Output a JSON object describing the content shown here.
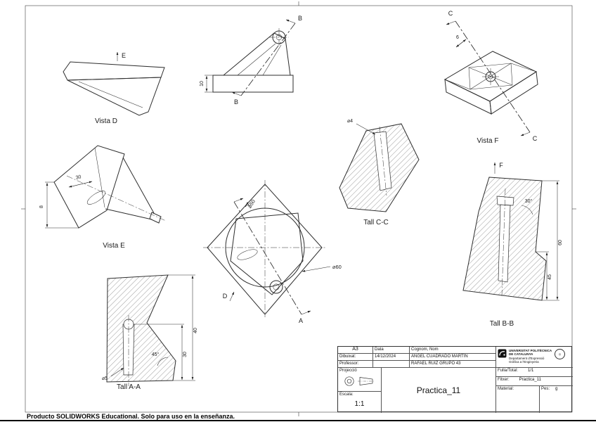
{
  "views": {
    "vista_d": {
      "label": "Vista D"
    },
    "vista_e": {
      "label": "Vista E"
    },
    "vista_f": {
      "label": "Vista F"
    },
    "tall_aa": {
      "label": "Tall A-A"
    },
    "tall_bb": {
      "label": "Tall B-B"
    },
    "tall_cc": {
      "label": "Tall C-C"
    }
  },
  "markers": {
    "a": "A",
    "b": "B",
    "c": "C",
    "d": "D",
    "e": "E",
    "f": "F"
  },
  "dimensions": {
    "view_b_height": "10",
    "vista_f_edge": "6",
    "vista_e_length": "30",
    "vista_e_height": "8",
    "center_circle": "⌀50",
    "center_outer": "⌀60",
    "tall_cc_hole": "⌀4",
    "tall_bb_angle": "30°",
    "tall_bb_height_inner": "45",
    "tall_bb_height_outer": "60",
    "tall_aa_hole": "⌀5",
    "tall_aa_angle": "45°",
    "tall_aa_height_inner": "30",
    "tall_aa_height_outer": "40"
  },
  "title_block": {
    "format": "A3",
    "col_data": "Data",
    "col_name": "Cognom, Nom",
    "row1_label": "Dibuixat:",
    "row1_date": "14/12/2024",
    "row1_name": "ÁNGEL CUADRADO MARTÍN",
    "row2_label": "Professor:",
    "row2_name": "RAFAEL RUIZ GRUPO 43",
    "projeccio_label": "Projecció",
    "escala_label": "Escala:",
    "escala_value": "1:1",
    "drawing_title": "Practica_11",
    "fulls_label": "Fulla/Total:",
    "fulls_value": "1/1",
    "fitxer_label": "Fitxer:",
    "fitxer_value": "Practica_11",
    "material_label": "Material:",
    "pes_label": "Pes:",
    "pes_value": "g",
    "university_line1": "UNIVERSITAT POLITÈCNICA DE CATALUNYA",
    "university_line2": "Departament d'Expressió Gràfica a l'Enginyeria"
  },
  "footer": {
    "text": "Producto SOLIDWORKS Educational. Solo para uso en la enseñanza."
  }
}
